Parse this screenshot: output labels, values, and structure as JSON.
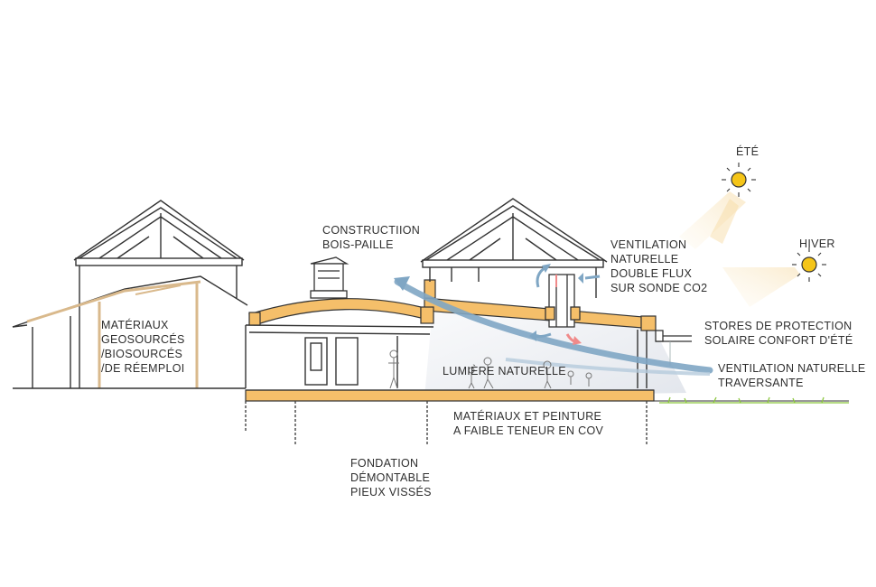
{
  "labels": {
    "construction": [
      "CONSTRUCTIION",
      "BOIS-PAILLE"
    ],
    "materiaux": [
      "MATÉRIAUX",
      "GEOSOURCÉS",
      "/BIOSOURCÉS",
      "/DE RÉEMPLOI"
    ],
    "ventilation_double": [
      "VENTILATION",
      "NATURELLE",
      "DOUBLE FLUX",
      "SUR SONDE CO2"
    ],
    "ete": "ÉTÉ",
    "hiver": "HIVER",
    "stores": [
      "STORES DE PROTECTION",
      "SOLAIRE CONFORT D'ÉTÉ"
    ],
    "ventilation_traversante": [
      "VENTILATION NATURELLE",
      "TRAVERSANTE"
    ],
    "lumiere": "LUMIÈRE NATURELLE",
    "peinture": [
      "MATÉRIAUX ET PEINTURE",
      "A FAIBLE TENEUR EN COV"
    ],
    "fondation": [
      "FONDATION",
      "DÉMONTABLE",
      "PIEUX VISSÉS"
    ]
  },
  "colors": {
    "timber": "#f5bf6a",
    "airflow": "#7fa6c4",
    "warm_air": "#f08a8a",
    "sun": "#f5c518",
    "light": "#dfe3ea",
    "grass": "#8cc63f",
    "ink": "#333333"
  }
}
